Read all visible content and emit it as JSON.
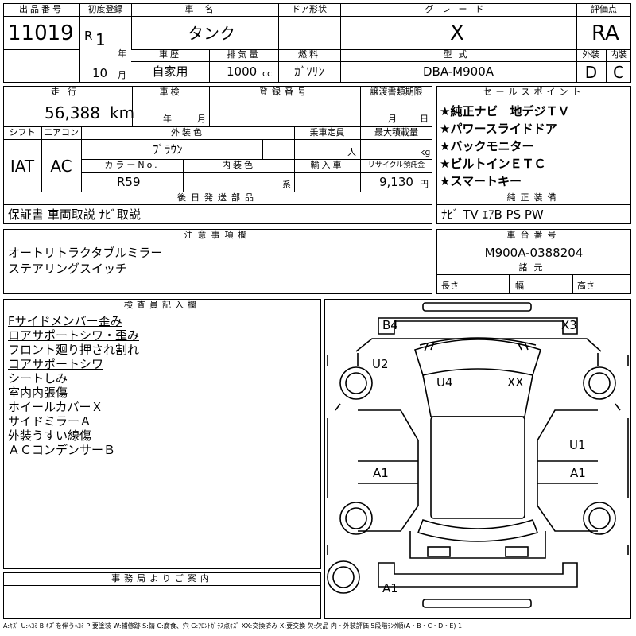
{
  "header": {
    "lot_no_label": "出品番号",
    "lot_no": "11019",
    "first_reg_label": "初度登録",
    "era": "R",
    "era_year": "1",
    "year_unit": "年",
    "month": "10",
    "month_unit": "月",
    "car_name_label": "車名",
    "car_name": "タンク",
    "door_label": "ドア形状",
    "door": "",
    "grade_label": "グレード",
    "grade": "X",
    "score_label": "評価点",
    "score": "RA",
    "history_label": "車歴",
    "history": "自家用",
    "displacement_label": "排気量",
    "displacement": "1000",
    "displacement_unit": "cc",
    "fuel_label": "燃料",
    "fuel": "ｶﾞｿﾘﾝ",
    "model_label": "型式",
    "model": "DBA-M900A",
    "exterior_label": "外装",
    "exterior": "D",
    "interior_label": "内装",
    "interior": "C"
  },
  "row2": {
    "mileage_label": "走行",
    "mileage": "56,388",
    "mileage_unit": "km",
    "inspection_label": "車検",
    "inspection_year_unit": "年",
    "inspection_month_unit": "月",
    "regno_label": "登録番号",
    "regno": "",
    "transfer_label": "譲渡書類期限",
    "transfer_month_unit": "月",
    "transfer_day_unit": "日",
    "shift_label": "シフト",
    "shift": "IAT",
    "ac_label": "エアコン",
    "ac": "AC",
    "ext_color_label": "外装色",
    "ext_color": "ﾌﾞﾗｳﾝ",
    "capacity_label": "乗車定員",
    "capacity_unit": "人",
    "max_load_label": "最大積載量",
    "max_load_unit": "kg",
    "color_no_label": "カラーNo.",
    "color_no": "R59",
    "int_color_label": "内装色",
    "int_color_unit": "系",
    "import_label": "輸入車",
    "recycle_label": "リサイクル預託金",
    "recycle": "9,130",
    "recycle_unit": "円"
  },
  "sales_points": {
    "label": "セールスポイント",
    "items": [
      "★純正ナビ　地デジＴＶ",
      "★パワースライドドア",
      "★バックモニター",
      "★ビルトインＥＴＣ",
      "★スマートキー"
    ]
  },
  "shipping": {
    "label": "後日発送部品",
    "text": "保証書 車両取説 ﾅﾋﾞ取説"
  },
  "equipment": {
    "label": "純正装備",
    "text": "ﾅﾋﾞ TV ｴｱB PS PW"
  },
  "notes": {
    "label": "注意事項欄",
    "lines": [
      "オートリトラクタブルミラー",
      "ステアリングスイッチ"
    ]
  },
  "chassis": {
    "label": "車台番号",
    "number": "M900A-0388204",
    "dims_label": "諸元",
    "length_label": "長さ",
    "width_label": "幅",
    "height_label": "高さ"
  },
  "inspector": {
    "label": "検査員記入欄",
    "lines": [
      "Fサイドメンバー歪み",
      "ロアサポートシワ・歪み",
      "フロント廻り押され割れ",
      "コアサポートシワ",
      "シートしみ",
      "室内内張傷",
      "ホイールカバーＸ",
      "サイドミラーＡ",
      "外装うすい線傷",
      "ＡＣコンデンサーＢ"
    ]
  },
  "office": {
    "label": "事務局よりご案内"
  },
  "diagram": {
    "marks": [
      "B4",
      "X3",
      "U2",
      "U4",
      "XX",
      "U1",
      "A1",
      "A1",
      "A1"
    ]
  },
  "legend": "A:ｷｽﾞ U:ﾍｺﾐ B:ｷｽﾞを伴うﾍｺﾐ P:要塗装 W:補修跡 S:錆 C:腐食、穴 G:ﾌﾛﾝﾄｶﾞﾗｽ点ｷｽﾞ XX:交換済み X:要交換 欠:欠品 内・外装評価 5段階ﾗﾝｸ順(A・B・C・D・E) 1"
}
